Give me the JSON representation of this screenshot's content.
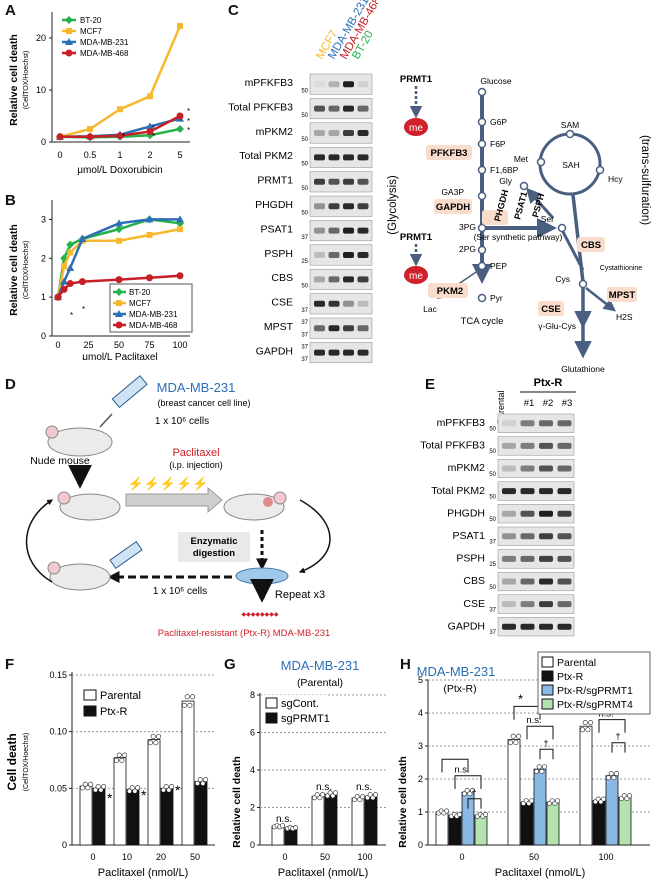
{
  "panel_labels": [
    "A",
    "B",
    "C",
    "D",
    "E",
    "F",
    "G",
    "H"
  ],
  "colors": {
    "bt20": "#25b24a",
    "mcf7": "#f7b82e",
    "mdamb231": "#2c6fb5",
    "mdamb468": "#c71f26",
    "enzyme": "#f9dccb",
    "me": "#d0212b",
    "flow": "#4a5f80"
  },
  "panel_a": {
    "ylabel": "Relative cell death",
    "ysub": "(CellTOX/Hoechst)",
    "xlabel": "μmol/L Doxorubicin",
    "yticks": [
      "0",
      "10",
      "20"
    ],
    "xticks": [
      "0",
      "0.5",
      "1",
      "2",
      "5"
    ],
    "legend": [
      "BT-20",
      "MCF7",
      "MDA-MB-231",
      "MDA-MB-468"
    ],
    "star": "*"
  },
  "panel_b": {
    "ylabel": "Relative cell death",
    "ysub": "(CellTOX/Hoechst)",
    "xlabel": "μmol/L Paclitaxel",
    "yticks": [
      "0",
      "1",
      "2",
      "3"
    ],
    "xticks": [
      "0",
      "25",
      "50",
      "75",
      "100"
    ],
    "legend": [
      "BT-20",
      "MCF7",
      "MDA-MB-231",
      "MDA-MB-468"
    ],
    "star": "*"
  },
  "panel_c": {
    "lanes": [
      "MCF7",
      "MDA-MB-231",
      "MDA-MB-468",
      "BT-20"
    ],
    "rows": [
      "mPFKFB3",
      "Total PFKFB3",
      "mPKM2",
      "Total PKM2",
      "PRMT1",
      "PHGDH",
      "PSAT1",
      "PSPH",
      "CBS",
      "CSE",
      "MPST",
      "GAPDH"
    ],
    "mw": [
      "50",
      "50",
      "50",
      "50",
      "50",
      "50",
      "37",
      "25",
      "50",
      "37",
      "37",
      "37"
    ],
    "mw_top": [
      "",
      "",
      "",
      "",
      "",
      "",
      "",
      "",
      "",
      "",
      "37",
      "37"
    ]
  },
  "pathway": {
    "prmt1": "PRMT1",
    "me": "me",
    "pfkfb3": "PFKFB3",
    "pkm2": "PKM2",
    "gapdh": "GAPDH",
    "phgdh": "PHGDH",
    "psat1": "PSAT1",
    "psph": "PSPH",
    "cbs": "CBS",
    "cse": "CSE",
    "mpst": "MPST",
    "glucose": "Glucose",
    "g6p": "G6P",
    "f6p": "F6P",
    "f16bp": "F1,6BP",
    "ga3p": "GA3P",
    "pg3": "3PG",
    "pg2": "2PG",
    "pep": "PEP",
    "pyr": "Pyr",
    "lac": "Lac",
    "tca": "TCA cycle",
    "ser": "Ser",
    "gly": "Gly",
    "met": "Met",
    "sam": "SAM",
    "sah": "SAH",
    "hcy": "Hcy",
    "cystathionine": "Cystathionine",
    "cys": "Cys",
    "h2s": "H2S",
    "gglucys": "γ-Glu-Cys",
    "glutathione": "Glutathione",
    "glycolysis": "(Glycolysis)",
    "transsulf": "(trans-sulfuration)",
    "serpath": "(Ser synthetic pathway)"
  },
  "panel_d": {
    "line": "MDA-MB-231",
    "line_sub": "(breast cancer cell line)",
    "cells1": "1 x 10⁶ cells",
    "mouse": "Nude mouse",
    "drug": "Paclitaxel",
    "drug_sub": "(i.p. injection)",
    "digestion1": "Enzymatic",
    "digestion2": "digestion",
    "cells2": "1 x 10⁶ cells",
    "repeat": "Repeat x3",
    "result": "Paclitaxel-resistant (Ptx-R) MDA-MB-231"
  },
  "panel_e": {
    "parental": "Parental",
    "ptxr": "Ptx-R",
    "clones": [
      "#1",
      "#2",
      "#3"
    ],
    "rows": [
      "mPFKFB3",
      "Total PFKFB3",
      "mPKM2",
      "Total PKM2",
      "PHGDH",
      "PSAT1",
      "PSPH",
      "CBS",
      "CSE",
      "GAPDH"
    ],
    "mw": [
      "50",
      "50",
      "50",
      "50",
      "50",
      "37",
      "25",
      "50",
      "37",
      "37"
    ]
  },
  "panel_f": {
    "ylabel": "Cell death",
    "ysub": "(CellTOX/Hoechst)",
    "xlabel": "Paclitaxel (nmol/L)",
    "yticks": [
      "0",
      "0.05",
      "0.10",
      "0.15"
    ],
    "xticks": [
      "0",
      "10",
      "20",
      "50"
    ],
    "legend": [
      "Parental",
      "Ptx-R"
    ],
    "star": "*"
  },
  "panel_g": {
    "title": "MDA-MB-231",
    "subtitle": "(Parental)",
    "ylabel": "Relative cell death",
    "xlabel": "Paclitaxel (nmol/L)",
    "yticks": [
      "0",
      "2",
      "4",
      "6",
      "8"
    ],
    "xticks": [
      "0",
      "50",
      "100"
    ],
    "legend": [
      "sgCont.",
      "sgPRMT1"
    ],
    "ns": "n.s."
  },
  "panel_h": {
    "title": "MDA-MB-231",
    "subtitle": "(Ptx-R)",
    "ylabel": "Relative cell death",
    "xlabel": "Paclitaxel (nmol/L)",
    "yticks": [
      "0",
      "1",
      "2",
      "3",
      "4",
      "5"
    ],
    "xticks": [
      "0",
      "50",
      "100"
    ],
    "legend": [
      "Parental",
      "Ptx-R",
      "Ptx-R/sgPRMT1",
      "Ptx-R/sgPRMT4"
    ],
    "ns": "n.s.",
    "star": "*",
    "dagger": "†"
  },
  "chart_data": [
    {
      "panel": "A",
      "type": "line",
      "x": [
        "0",
        "0.5",
        "1",
        "2",
        "5"
      ],
      "ylim": [
        0,
        25
      ],
      "xlabel": "μmol/L Doxorubicin",
      "ylabel": "Relative cell death",
      "series": [
        {
          "name": "BT-20",
          "values": [
            1.0,
            0.9,
            1.0,
            1.3,
            2.5
          ]
        },
        {
          "name": "MCF7",
          "values": [
            1.0,
            2.5,
            6.3,
            8.8,
            22.3
          ]
        },
        {
          "name": "MDA-MB-231",
          "values": [
            1.0,
            1.1,
            1.4,
            3.0,
            4.5
          ]
        },
        {
          "name": "MDA-MB-468",
          "values": [
            1.0,
            1.0,
            1.2,
            2.0,
            5.0
          ]
        }
      ]
    },
    {
      "panel": "B",
      "type": "line",
      "x": [
        0,
        5,
        10,
        20,
        50,
        75,
        100
      ],
      "ylim": [
        0,
        3.5
      ],
      "xlabel": "μmol/L Paclitaxel",
      "ylabel": "Relative cell death",
      "series": [
        {
          "name": "BT-20",
          "values": [
            1.0,
            2.0,
            2.35,
            2.5,
            2.75,
            3.0,
            2.9
          ]
        },
        {
          "name": "MCF7",
          "values": [
            1.0,
            1.8,
            2.15,
            2.45,
            2.45,
            2.6,
            2.75
          ]
        },
        {
          "name": "MDA-MB-231",
          "values": [
            1.0,
            1.4,
            1.75,
            2.5,
            2.9,
            3.0,
            3.0
          ]
        },
        {
          "name": "MDA-MB-468",
          "values": [
            1.0,
            1.2,
            1.35,
            1.4,
            1.45,
            1.5,
            1.55
          ]
        }
      ]
    },
    {
      "panel": "F",
      "type": "bar",
      "categories": [
        "0",
        "10",
        "20",
        "50"
      ],
      "ylim": [
        0,
        0.15
      ],
      "xlabel": "Paclitaxel (nmol/L)",
      "ylabel": "Cell death",
      "series": [
        {
          "name": "Parental",
          "values": [
            0.052,
            0.077,
            0.093,
            0.127
          ]
        },
        {
          "name": "Ptx-R",
          "values": [
            0.05,
            0.049,
            0.05,
            0.056
          ]
        }
      ]
    },
    {
      "panel": "G",
      "type": "bar",
      "categories": [
        "0",
        "50",
        "100"
      ],
      "ylim": [
        0,
        8
      ],
      "xlabel": "Paclitaxel (nmol/L)",
      "ylabel": "Relative cell death",
      "series": [
        {
          "name": "sgCont.",
          "values": [
            1.0,
            2.6,
            2.5
          ]
        },
        {
          "name": "sgPRMT1",
          "values": [
            0.9,
            2.7,
            2.6
          ]
        }
      ]
    },
    {
      "panel": "H",
      "type": "bar",
      "categories": [
        "0",
        "50",
        "100"
      ],
      "ylim": [
        0,
        5
      ],
      "xlabel": "Paclitaxel (nmol/L)",
      "ylabel": "Relative cell death",
      "series": [
        {
          "name": "Parental",
          "values": [
            1.0,
            3.2,
            3.6
          ]
        },
        {
          "name": "Ptx-R",
          "values": [
            0.9,
            1.3,
            1.35
          ]
        },
        {
          "name": "Ptx-R/sgPRMT1",
          "values": [
            1.6,
            2.3,
            2.1
          ]
        },
        {
          "name": "Ptx-R/sgPRMT4",
          "values": [
            0.9,
            1.3,
            1.45
          ]
        }
      ]
    }
  ]
}
